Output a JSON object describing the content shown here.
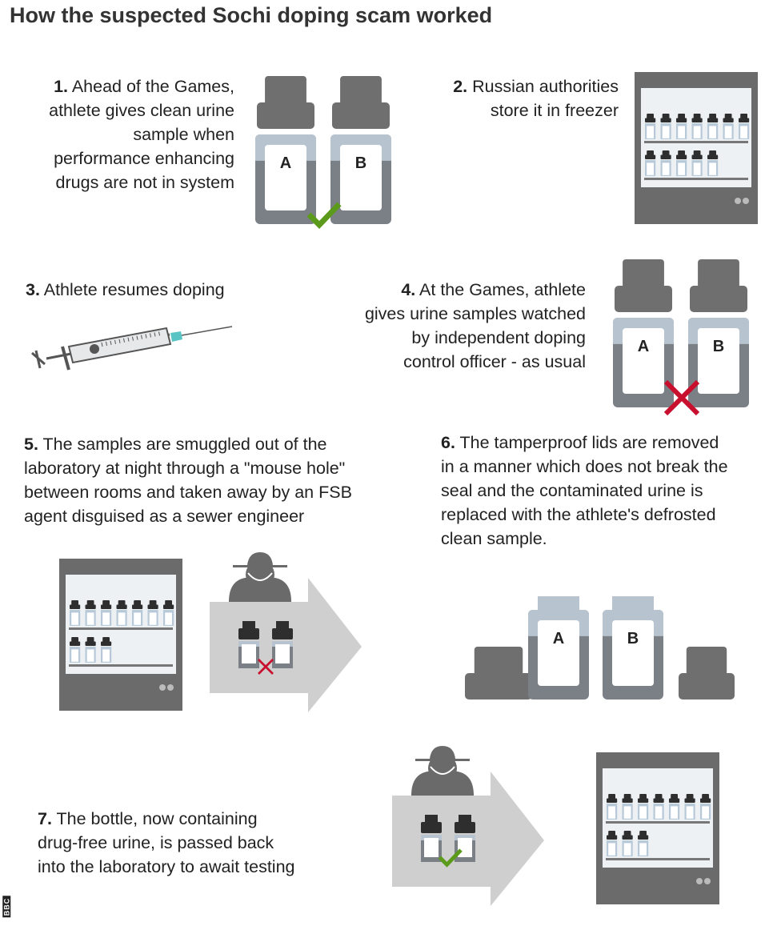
{
  "title": "How the suspected Sochi doping scam worked",
  "steps": [
    {
      "num": "1.",
      "lines": [
        "Ahead of the Games,",
        "athlete gives clean urine",
        "sample when",
        "performance enhancing",
        "drugs are not in system"
      ]
    },
    {
      "num": "2.",
      "lines": [
        "Russian authorities",
        "store it in freezer"
      ]
    },
    {
      "num": "3.",
      "lines": [
        "Athlete resumes doping"
      ]
    },
    {
      "num": "4.",
      "lines": [
        "At the Games, athlete",
        "gives urine samples watched",
        "by independent doping",
        "control officer - as usual"
      ]
    },
    {
      "num": "5.",
      "lines": [
        "The samples are smuggled out of the",
        "laboratory at night through a \"mouse hole\"",
        "between rooms and taken away by an FSB",
        "agent disguised as a sewer engineer"
      ]
    },
    {
      "num": "6.",
      "lines": [
        "The tamperproof lids are removed",
        "in a manner which does not break the",
        "seal and the contaminated urine is",
        "replaced with the athlete's defrosted",
        "clean sample."
      ]
    },
    {
      "num": "7.",
      "lines": [
        "The bottle, now containing",
        "drug-free urine, is passed back",
        "into the laboratory to await testing"
      ]
    }
  ],
  "bottle_labels": [
    "A",
    "B"
  ],
  "credit": "BBC",
  "colors": {
    "cap": "#6f6f6f",
    "body": "#7b8087",
    "band": "#b7c3ce",
    "check": "#5b9a1a",
    "cross": "#c8102e",
    "freezer": "#6b6b6b",
    "arrow": "#cfcfcf"
  }
}
